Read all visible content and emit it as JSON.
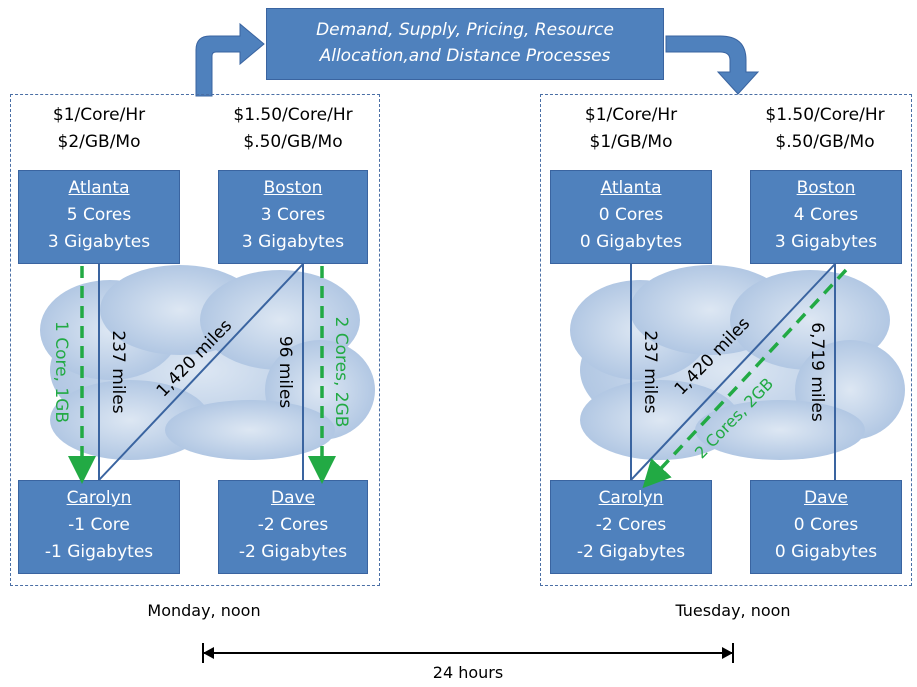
{
  "banner": {
    "line1": "Demand, Supply, Pricing, Resource",
    "line2": "Allocation,and Distance Processes"
  },
  "monday": {
    "caption": "Monday, noon",
    "atlanta": {
      "price_core": "$1/Core/Hr",
      "price_storage": "$2/GB/Mo",
      "name": "Atlanta",
      "cores": "5 Cores",
      "storage": "3 Gigabytes"
    },
    "boston": {
      "price_core": "$1.50/Core/Hr",
      "price_storage": "$.50/GB/Mo",
      "name": "Boston",
      "cores": "3 Cores",
      "storage": "3 Gigabytes"
    },
    "carolyn": {
      "name": "Carolyn",
      "cores": "-1 Core",
      "storage": "-1 Gigabytes"
    },
    "dave": {
      "name": "Dave",
      "cores": "-2 Cores",
      "storage": "-2 Gigabytes"
    },
    "distances": {
      "atlanta_carolyn": "237 miles",
      "boston_carolyn": "1,420 miles",
      "boston_dave": "96 miles"
    },
    "allocations": {
      "atlanta_to_carolyn": "1 Core, 1GB",
      "boston_to_dave": "2 Cores, 2GB"
    }
  },
  "tuesday": {
    "caption": "Tuesday, noon",
    "atlanta": {
      "price_core": "$1/Core/Hr",
      "price_storage": "$1/GB/Mo",
      "name": "Atlanta",
      "cores": "0 Cores",
      "storage": "0 Gigabytes"
    },
    "boston": {
      "price_core": "$1.50/Core/Hr",
      "price_storage": "$.50/GB/Mo",
      "name": "Boston",
      "cores": "4 Cores",
      "storage": "3 Gigabytes"
    },
    "carolyn": {
      "name": "Carolyn",
      "cores": "-2 Cores",
      "storage": "-2 Gigabytes"
    },
    "dave": {
      "name": "Dave",
      "cores": "0 Cores",
      "storage": "0 Gigabytes"
    },
    "distances": {
      "atlanta_carolyn": "237 miles",
      "boston_carolyn": "1,420 miles",
      "boston_dave": "6,719 miles"
    },
    "allocations": {
      "boston_to_carolyn": "2 Cores, 2GB"
    }
  },
  "timeline": {
    "label": "24 hours"
  },
  "colors": {
    "node": "#4f81bd",
    "allocation": "#22aa44",
    "frame": "#4a6fa5",
    "cloud": "#b8cce4"
  }
}
